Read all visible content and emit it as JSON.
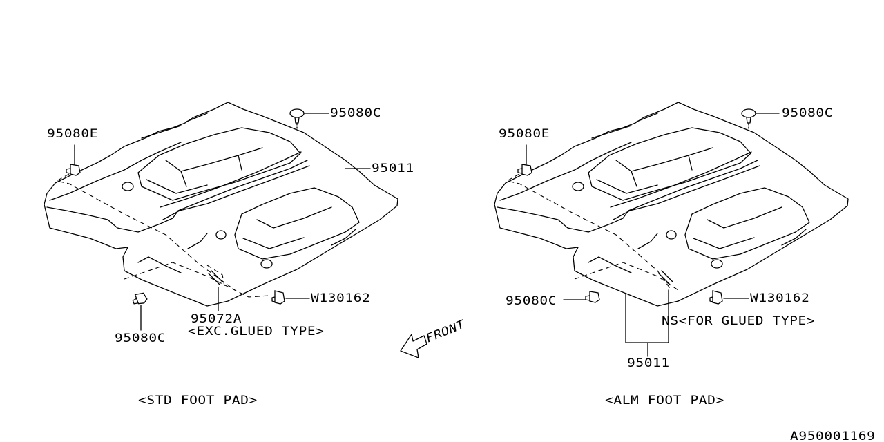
{
  "diagram": {
    "left_panel": {
      "caption": "<STD FOOT PAD>",
      "callouts": {
        "clip_top": "95080C",
        "clip_left": "95080E",
        "pad": "95011",
        "clip_bottom": "95080C",
        "screw": "W130162",
        "adhesive_part": "95072A",
        "adhesive_note": "<EXC.GLUED TYPE>"
      }
    },
    "right_panel": {
      "caption": "<ALM FOOT PAD>",
      "callouts": {
        "clip_top": "95080C",
        "clip_left": "95080E",
        "clip_bottom": "95080C",
        "screw": "W130162",
        "ns_note": "NS<FOR GLUED TYPE>",
        "pad": "95011"
      }
    },
    "front_label": "FRONT",
    "figure_id": "A950001169"
  }
}
